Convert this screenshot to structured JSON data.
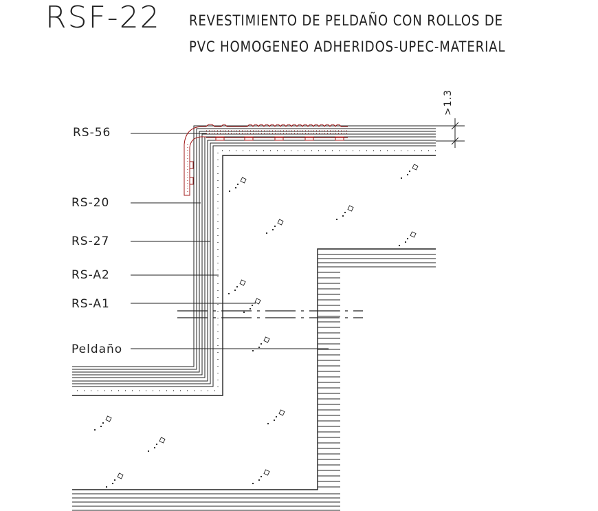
{
  "header": {
    "code": "RSF-22",
    "title_line1": "REVESTIMIENTO DE PELDAÑO CON ROLLOS DE",
    "title_line2": "PVC HOMOGENEO ADHERIDOS-UPEC-MATERIAL"
  },
  "labels": {
    "rs56": "RS-56",
    "rs20": "RS-20",
    "rs27": "RS-27",
    "rsa2": "RS-A2",
    "rsa1": "RS-A1",
    "peldano": "Peldaño"
  },
  "dimension": {
    "text": ">1.3"
  },
  "colors": {
    "line": "#222222",
    "nosing": "#a01818"
  }
}
